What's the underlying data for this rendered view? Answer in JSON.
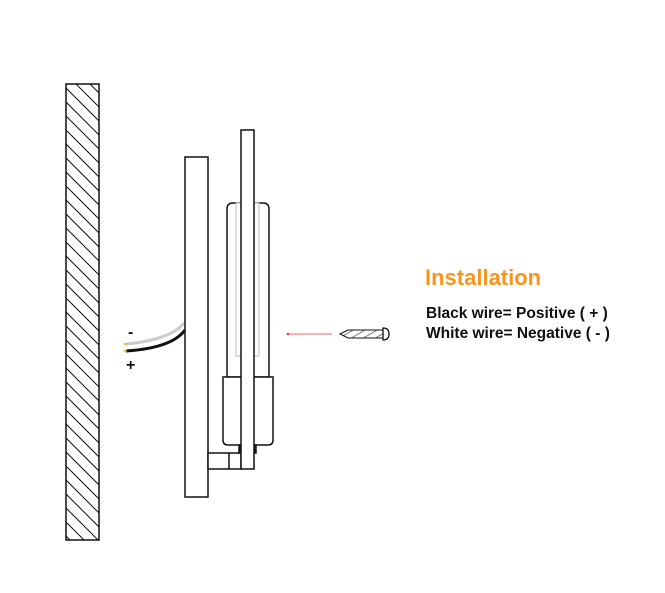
{
  "title": "Installation",
  "lines": [
    "Black wire= Positive ( + )",
    "White wire= Negative ( - )"
  ],
  "wire_labels": {
    "negative": "-",
    "positive": "+"
  },
  "colors": {
    "accent": "#f7941d",
    "arrow": "#e8323c",
    "line": "#111111"
  }
}
